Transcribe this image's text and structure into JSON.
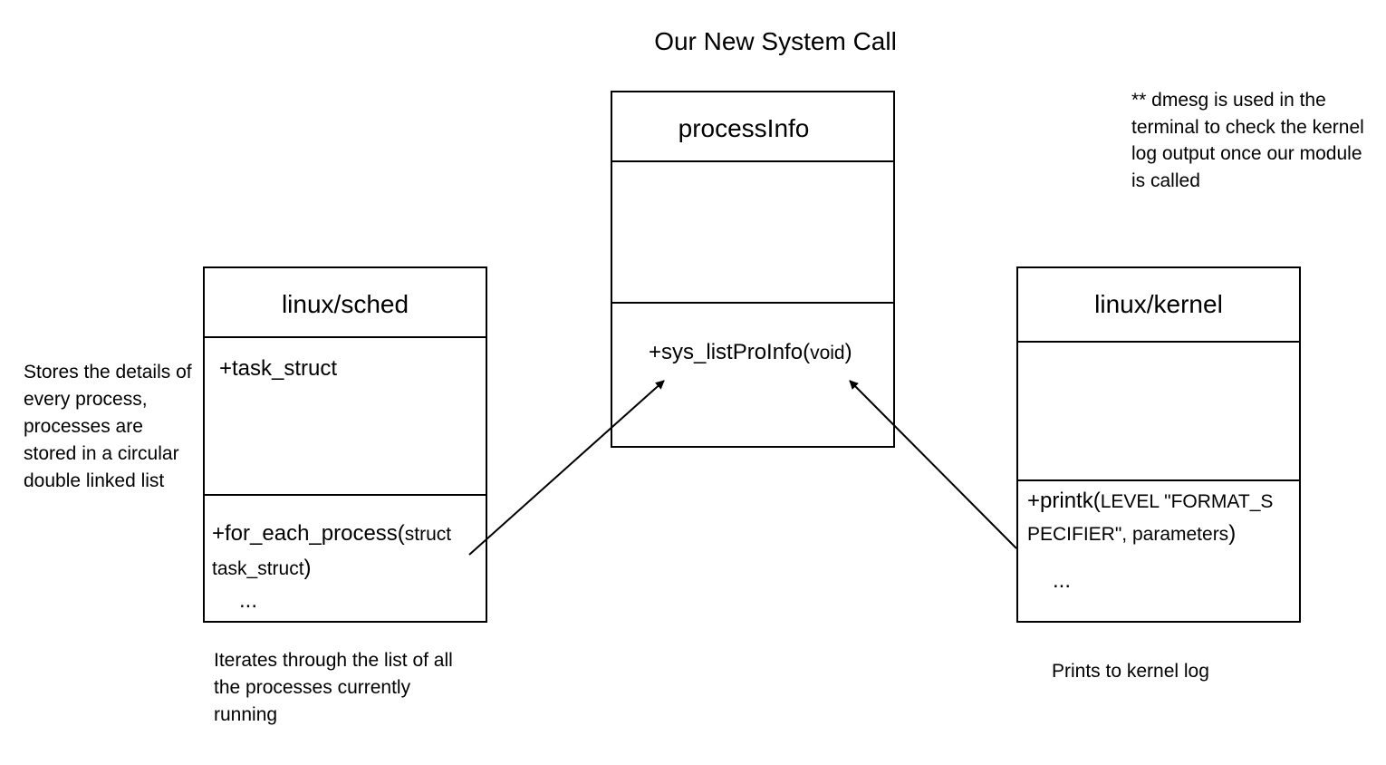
{
  "diagram": {
    "title": "Our New System Call",
    "classes": {
      "sched": {
        "name": "linux/sched",
        "attributes": [
          "+task_struct"
        ],
        "methods": {
          "line1_main": "+for_each_process(",
          "line1_small": "struct",
          "line2_small": "task_struct",
          "line2_close": ")",
          "ellipsis": "..."
        }
      },
      "processInfo": {
        "name": "processInfo",
        "methods": {
          "main": "+sys_listProInfo(",
          "small": "void",
          "close": ")"
        }
      },
      "kernel": {
        "name": "linux/kernel",
        "methods": {
          "line1_main": "+printk(",
          "line1_small": "LEVEL \"FORMAT_S",
          "line2_small": "PECIFIER\", parameters",
          "line2_close": ")",
          "ellipsis": "..."
        }
      }
    },
    "notes": {
      "sched_left": "Stores the details of every process, processes are stored in a circular double linked list",
      "sched_below": "Iterates through the list of all the processes currently running",
      "kernel_below": "Prints to kernel log",
      "dmesg": "** dmesg is used in the terminal to check the kernel log output once our module is called"
    }
  }
}
